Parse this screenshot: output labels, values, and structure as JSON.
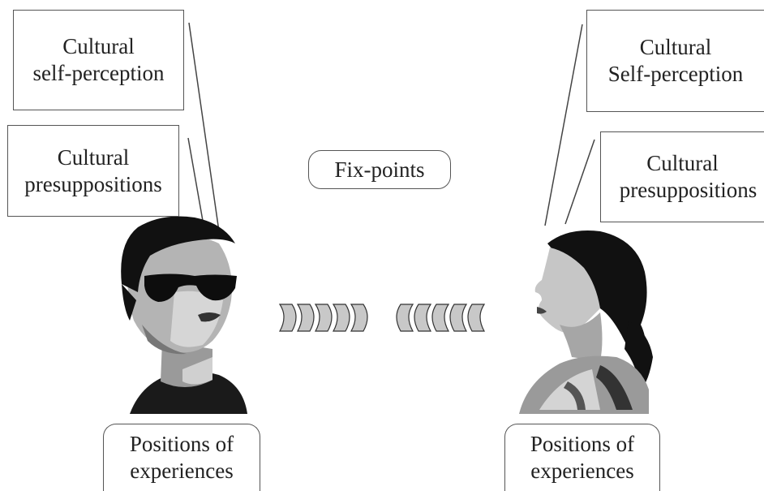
{
  "left_person": {
    "self_perception": [
      "Cultural",
      "self-perception"
    ],
    "presuppositions": [
      "Cultural",
      "presuppositions"
    ],
    "positions": [
      "Positions of",
      "experiences"
    ]
  },
  "right_person": {
    "self_perception": [
      "Cultural",
      "Self-perception"
    ],
    "presuppositions": [
      "Cultural",
      "presuppositions"
    ],
    "positions": [
      "Positions of",
      "experiences"
    ]
  },
  "center": {
    "fix_points": "Fix-points"
  },
  "colors": {
    "ink": "#111111",
    "mid_gray": "#8a8a8a",
    "light_gray": "#c8c8c8",
    "border": "#555555"
  }
}
